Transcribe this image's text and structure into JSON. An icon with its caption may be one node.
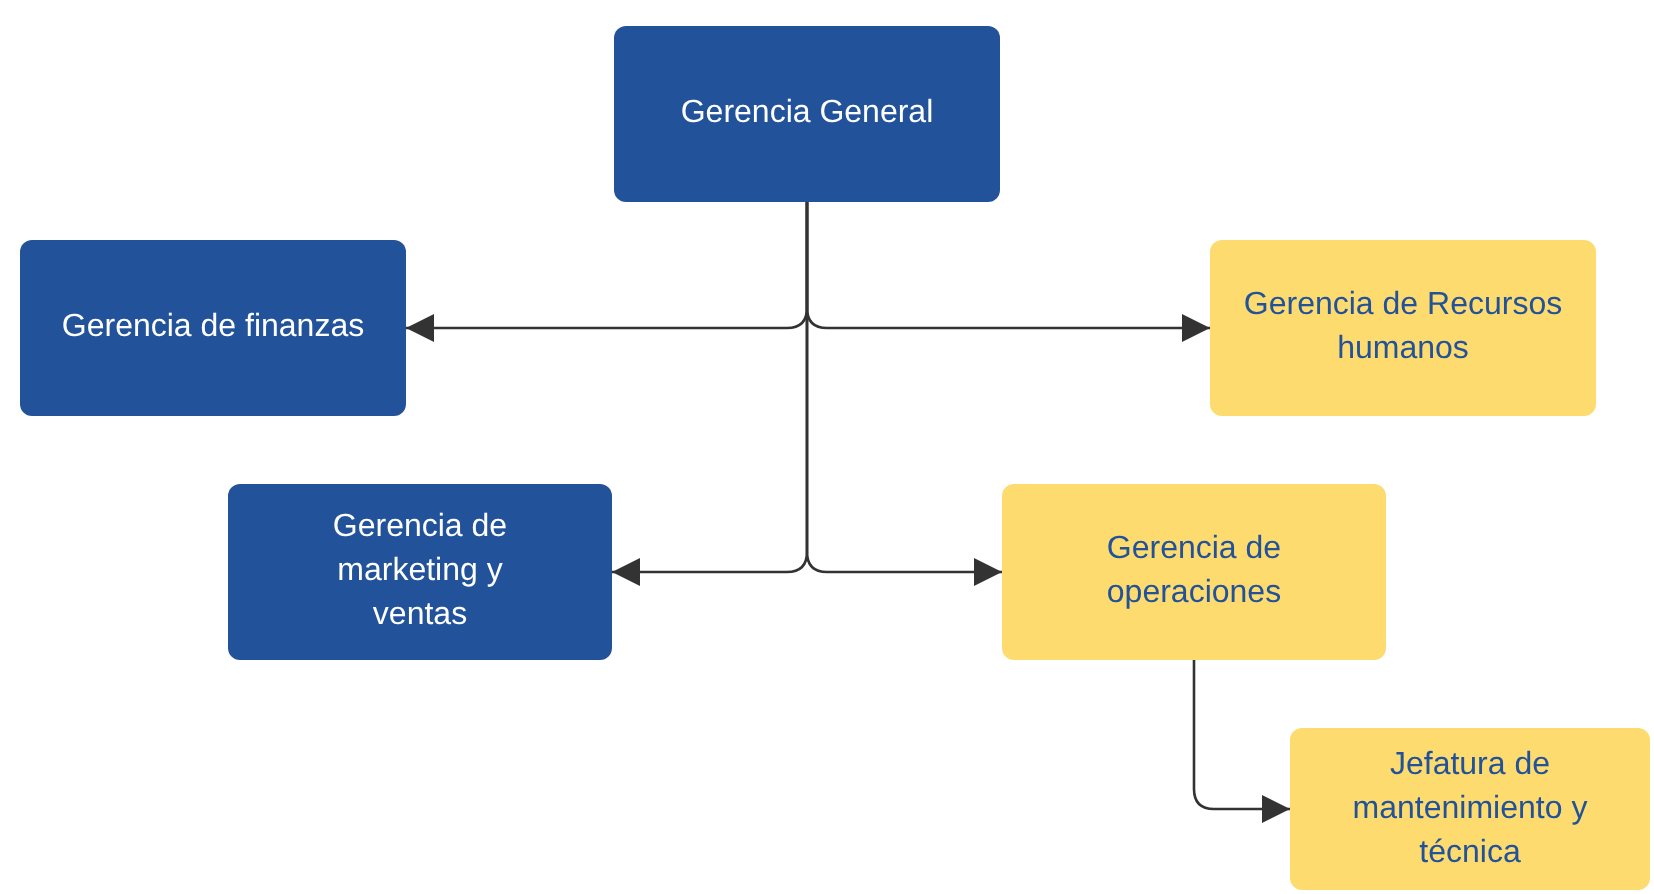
{
  "diagram": {
    "nodes": [
      {
        "text": [
          "Gerencia General"
        ]
      },
      {
        "text": [
          "Gerencia de finanzas"
        ]
      },
      {
        "text": [
          "Gerencia de Recursos humanos"
        ]
      },
      {
        "text": [
          "Gerencia de marketing y ventas"
        ]
      },
      {
        "text": [
          "Gerencia de operaciones"
        ]
      },
      {
        "text": [
          "Jefatura de mantenimiento y técnica"
        ]
      }
    ],
    "edges": [
      {
        "from": 0,
        "to": 1,
        "arrow": "to"
      },
      {
        "from": 0,
        "to": 2,
        "arrow": "to"
      },
      {
        "from": 0,
        "to": 3,
        "arrow": "to"
      },
      {
        "from": 0,
        "to": 4,
        "arrow": "to"
      },
      {
        "from": 4,
        "to": 5,
        "arrow": "to"
      }
    ]
  }
}
